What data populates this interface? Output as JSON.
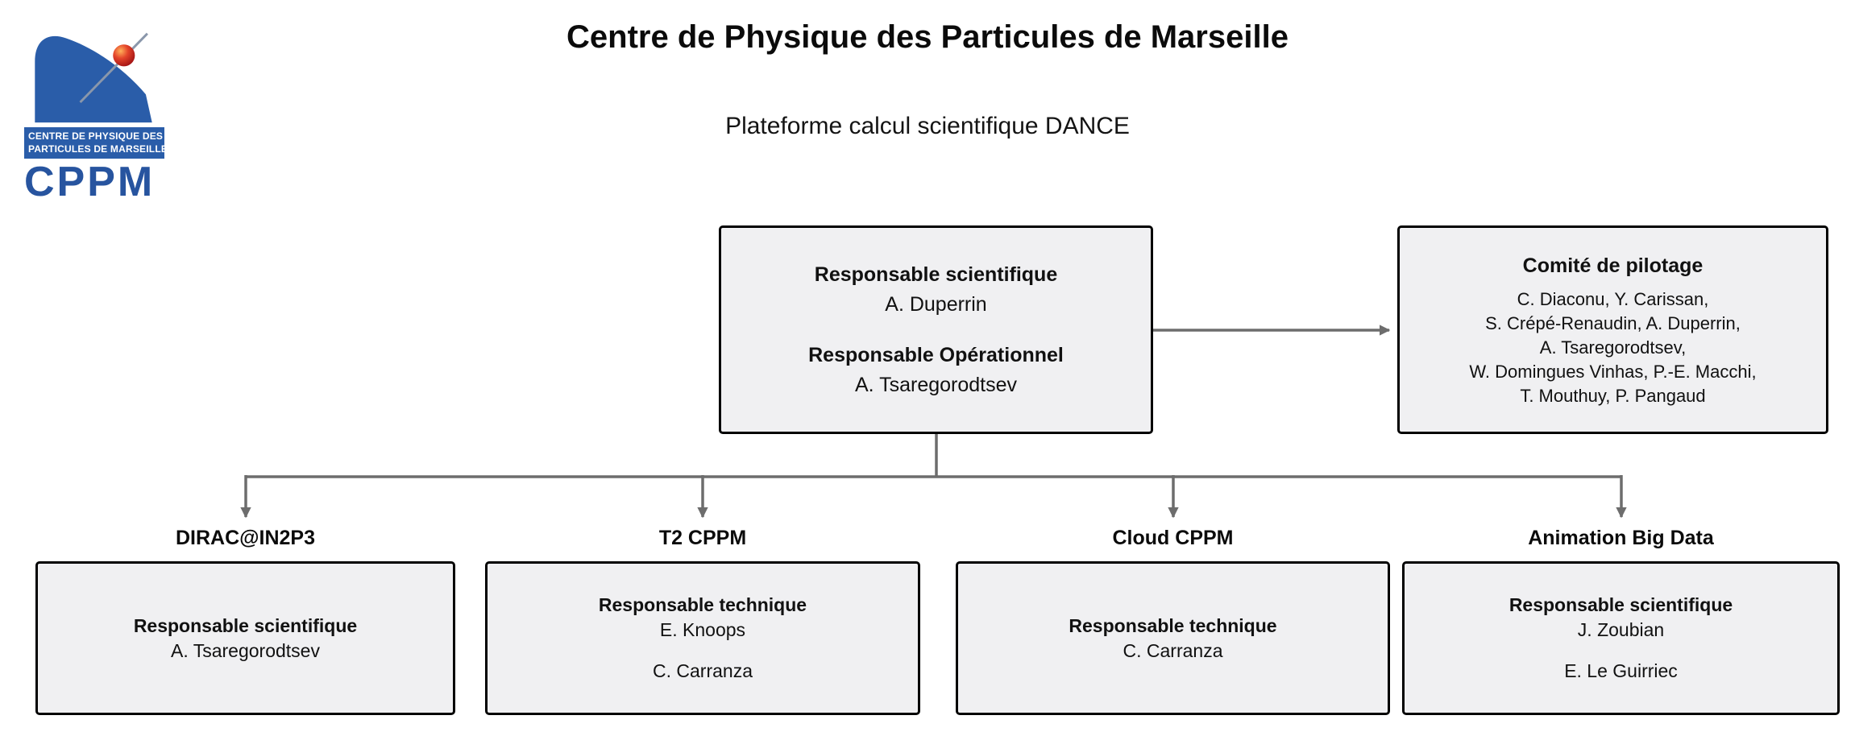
{
  "header": {
    "title": "Centre de Physique des Particules de Marseille",
    "subtitle": "Plateforme calcul scientifique DANCE"
  },
  "logo": {
    "org_line1": "CENTRE DE PHYSIQUE DES",
    "org_line2": "PARTICULES DE MARSEILLE",
    "acronym": "CPPM"
  },
  "root_box": {
    "role1": "Responsable scientifique",
    "name1": "A. Duperrin",
    "role2": "Responsable Opérationnel",
    "name2": "A. Tsaregorodtsev"
  },
  "committee_box": {
    "title": "Comité de pilotage",
    "members": [
      "C. Diaconu, Y. Carissan,",
      "S. Crépé-Renaudin, A. Duperrin,",
      "A. Tsaregorodtsev,",
      "W. Domingues Vinhas, P.-E. Macchi,",
      "T. Mouthuy, P. Pangaud"
    ]
  },
  "children": [
    {
      "label": "DIRAC@IN2P3",
      "role": "Responsable scientifique",
      "name": "A. Tsaregorodtsev"
    },
    {
      "label": "T2 CPPM",
      "role": "Responsable technique",
      "name": "E. Knoops",
      "extra": "C. Carranza"
    },
    {
      "label": "Cloud CPPM",
      "role": "Responsable technique",
      "name": "C. Carranza"
    },
    {
      "label": "Animation Big Data",
      "role": "Responsable scientifique",
      "name": "J. Zoubian",
      "extra": "E. Le Guirriec"
    }
  ],
  "colors": {
    "box_background": "#f0f0f2",
    "box_border": "#000000",
    "connector": "#6d6d6d",
    "brand_blue": "#2a5da9"
  }
}
